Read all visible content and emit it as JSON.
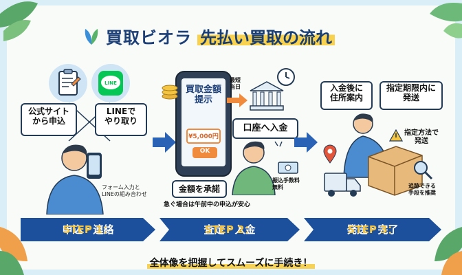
{
  "header": {
    "title": "買取ビオラ",
    "subtitle": "先払い買取の流れ"
  },
  "step1": {
    "bubble_site": "公式サイト\nから申込",
    "bubble_line": "LINEで\nやり取り",
    "line_badge": "LINE",
    "note": "フォーム入力と\nLINEの組み合わせ"
  },
  "step2": {
    "phone_text": "買取金額\n提示",
    "price": "¥5,000円",
    "ok": "OK",
    "fastest": "最短\n当日",
    "deposit": "口座へ入金",
    "approve": "金額を承諾",
    "fee": "振込手数料\n無料",
    "urgent": "急ぐ場合は午前中の申込が安心"
  },
  "step3": {
    "address": "入金後に\n住所案内",
    "deadline": "指定期限内に\n発送",
    "method": "指定方法で\n発送",
    "tracking": "追跡できる\n手段を推奨"
  },
  "steps": [
    {
      "prefix": "STEP 1：",
      "label": "申込・連絡"
    },
    {
      "prefix": "STEP 2：",
      "label": "査定・入金"
    },
    {
      "prefix": "STEP 3：",
      "label": "発送・完了"
    }
  ],
  "footer": "全体像を把握してスムーズに手続き！",
  "colors": {
    "navy": "#1c3f77",
    "arrow_blue": "#2a62b6",
    "yellow": "#f6d356",
    "line_green": "#06c755",
    "phone_orange": "#f08a3c"
  }
}
